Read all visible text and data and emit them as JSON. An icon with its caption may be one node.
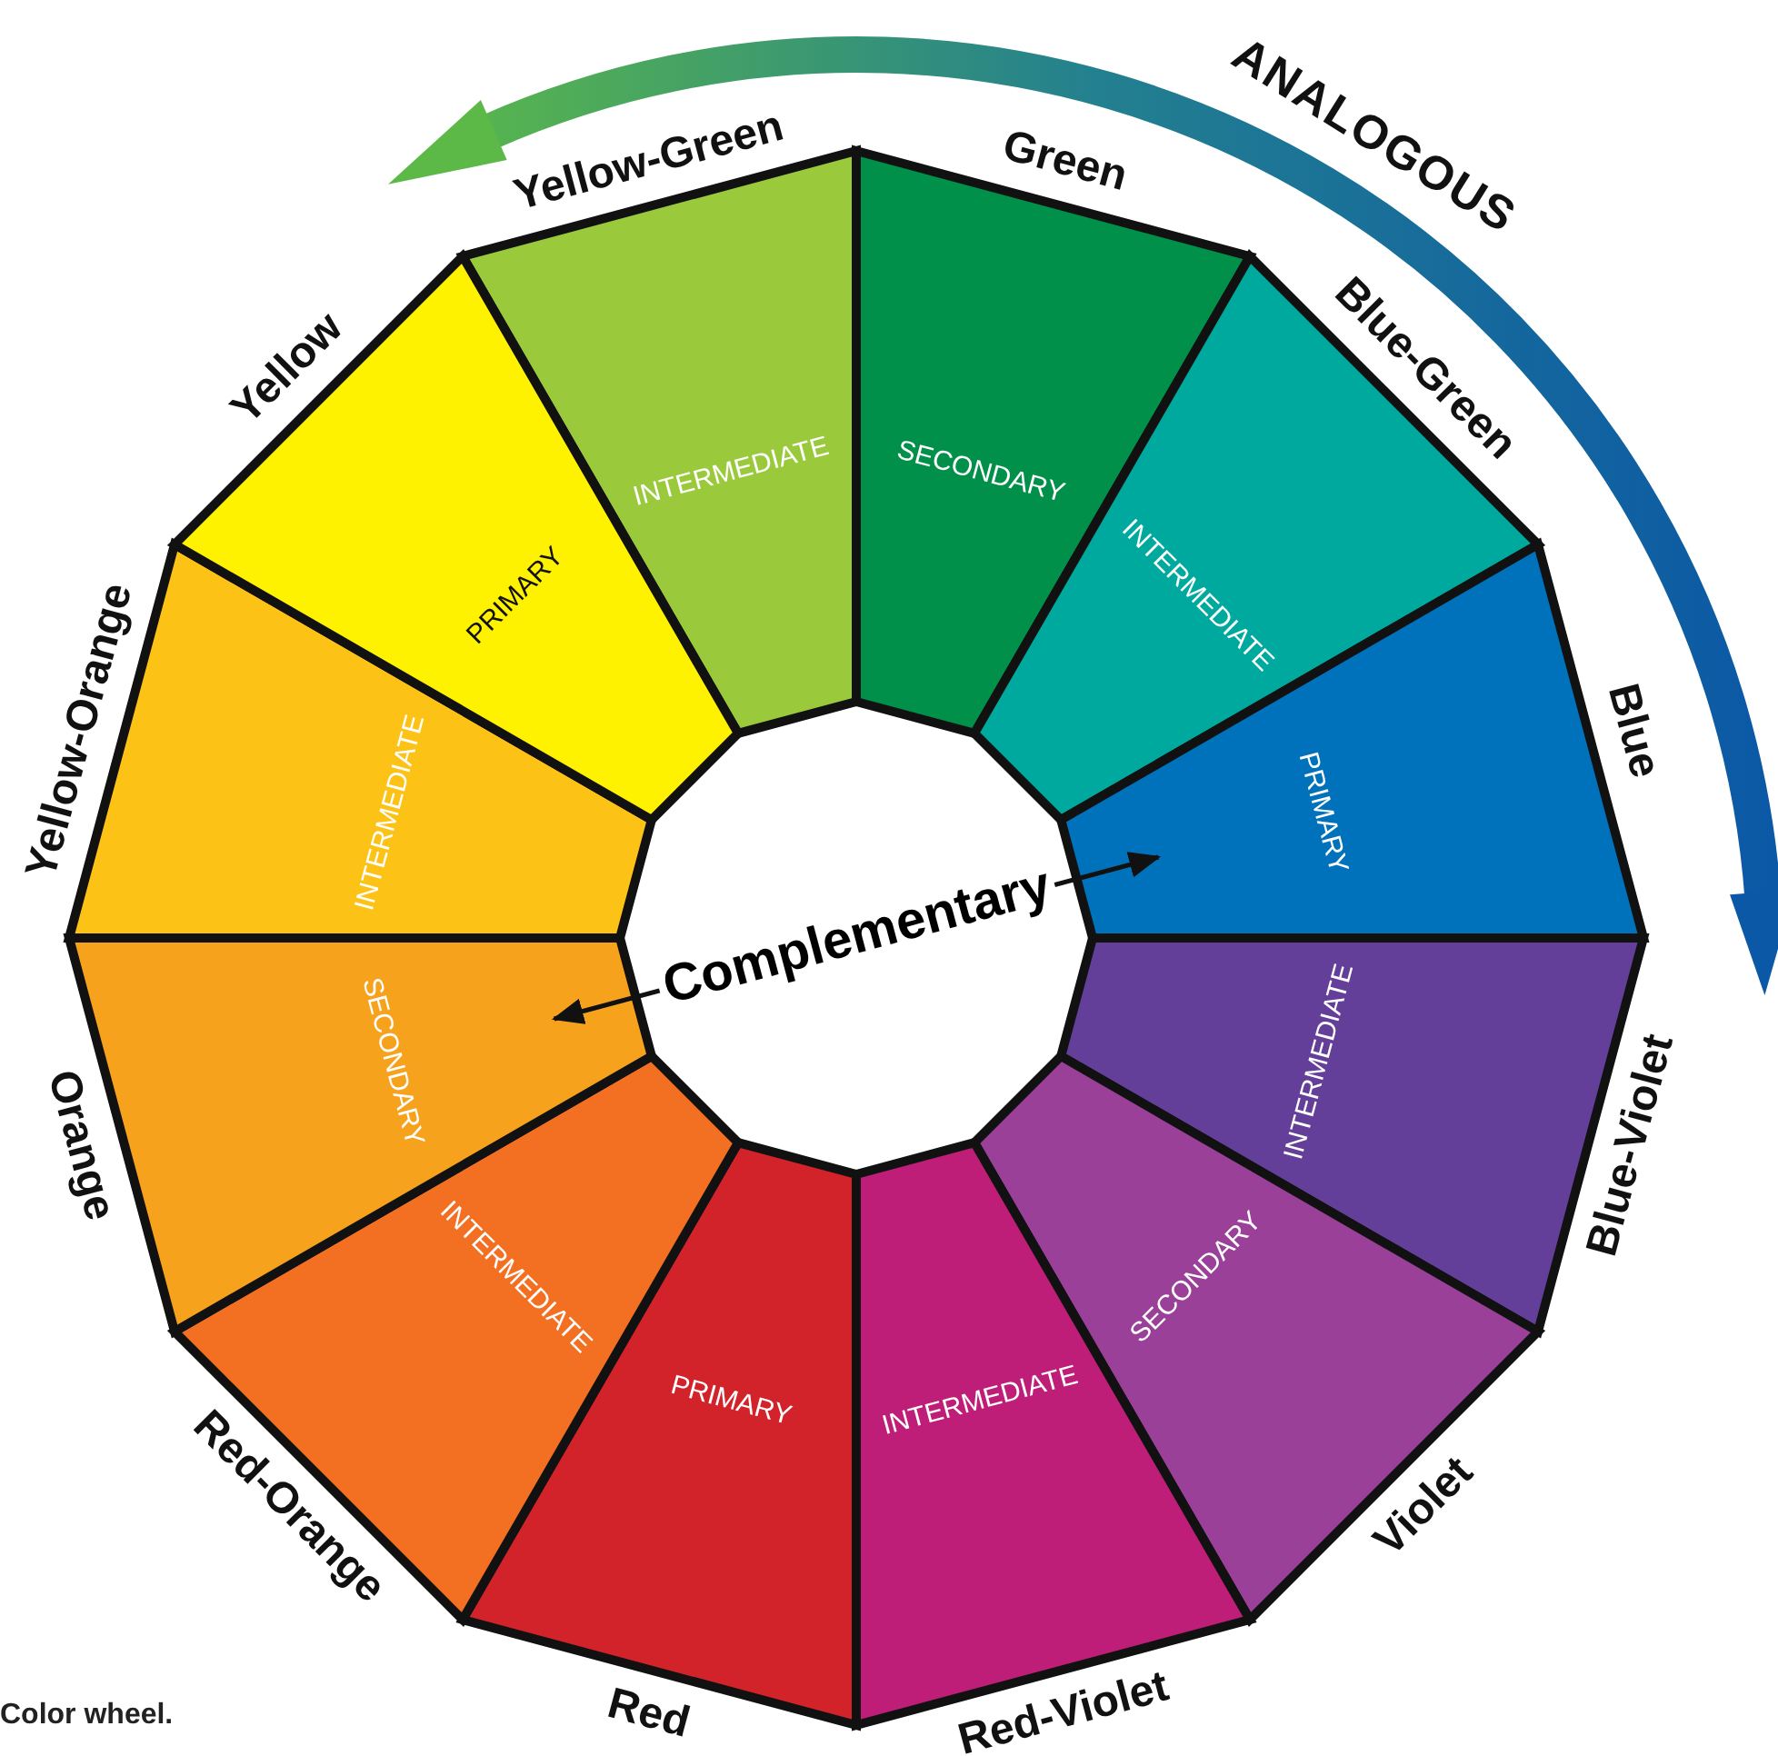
{
  "diagram": {
    "caption": "Color wheel.",
    "nodes": [
      {
        "text": [
          "Yellow-Green",
          "INTERMEDIATE"
        ]
      },
      {
        "text": [
          "Green",
          "SECONDARY"
        ]
      },
      {
        "text": [
          "Blue-Green",
          "INTERMEDIATE"
        ]
      },
      {
        "text": [
          "Blue",
          "PRIMARY"
        ]
      },
      {
        "text": [
          "Blue-Violet",
          "INTERMEDIATE"
        ]
      },
      {
        "text": [
          "Violet",
          "SECONDARY"
        ]
      },
      {
        "text": [
          "Red-Violet",
          "INTERMEDIATE"
        ]
      },
      {
        "text": [
          "Red",
          "PRIMARY"
        ]
      },
      {
        "text": [
          "Red-Orange",
          "INTERMEDIATE"
        ]
      },
      {
        "text": [
          "Orange",
          "SECONDARY"
        ]
      },
      {
        "text": [
          "Yellow-Orange",
          "INTERMEDIATE"
        ]
      },
      {
        "text": [
          "Yellow",
          "PRIMARY"
        ]
      }
    ],
    "edges": [
      {
        "from": 9,
        "to": 3,
        "arrow": "both",
        "label": "Complementary"
      }
    ],
    "labels": [
      "ANALOGOUS"
    ]
  }
}
